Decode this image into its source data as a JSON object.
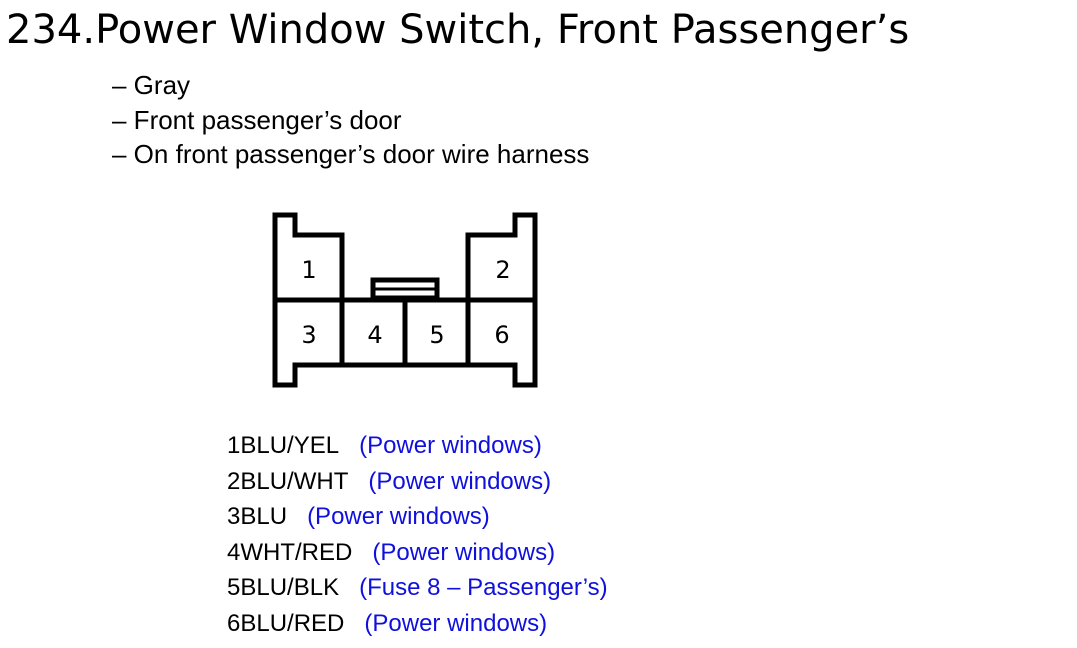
{
  "title": "234.Power Window Switch, Front Passenger’s",
  "details": [
    "– Gray",
    "– Front passenger’s door",
    "– On front passenger’s door wire harness"
  ],
  "connector": {
    "cells": [
      "1",
      "2",
      "3",
      "4",
      "5",
      "6"
    ]
  },
  "pins": [
    {
      "number": "1",
      "wire": "BLU/YEL",
      "desc": "(Power windows)"
    },
    {
      "number": "2",
      "wire": "BLU/WHT",
      "desc": "(Power windows)"
    },
    {
      "number": "3",
      "wire": "BLU",
      "desc": "(Power windows)"
    },
    {
      "number": "4",
      "wire": "WHT/RED",
      "desc": "(Power windows)"
    },
    {
      "number": "5",
      "wire": "BLU/BLK",
      "desc": "(Fuse 8 – Passenger’s)"
    },
    {
      "number": "6",
      "wire": "BLU/RED",
      "desc": "(Power windows)"
    }
  ],
  "colors": {
    "description": "#1010dd",
    "outline": "#000000"
  }
}
